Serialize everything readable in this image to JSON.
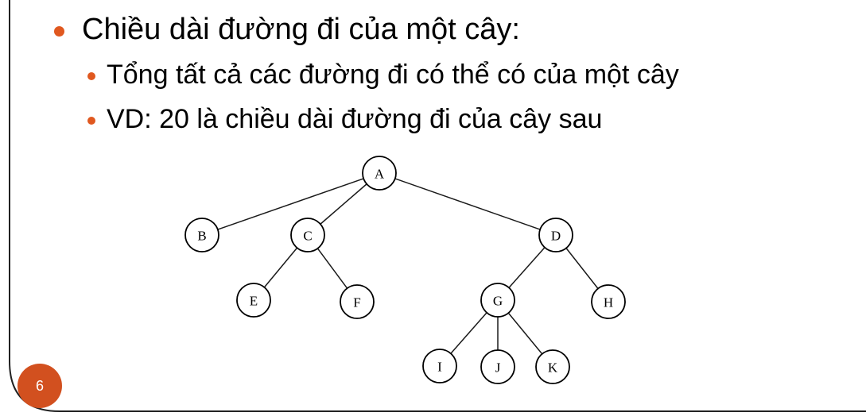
{
  "slide": {
    "bullet_main": "Chiều dài đường đi của một cây:",
    "sub_bullets": [
      "Tổng tất cả các đường đi có thể có của một cây",
      "VD: 20 là chiều dài đường đi của cây sau"
    ],
    "page_number": "6",
    "accent_color": "#e0581f"
  },
  "tree": {
    "nodes": [
      {
        "id": "A",
        "label": "A"
      },
      {
        "id": "B",
        "label": "B"
      },
      {
        "id": "C",
        "label": "C"
      },
      {
        "id": "D",
        "label": "D"
      },
      {
        "id": "E",
        "label": "E"
      },
      {
        "id": "F",
        "label": "F"
      },
      {
        "id": "G",
        "label": "G"
      },
      {
        "id": "H",
        "label": "H"
      },
      {
        "id": "I",
        "label": "I"
      },
      {
        "id": "J",
        "label": "J"
      },
      {
        "id": "K",
        "label": "K"
      }
    ],
    "edges": [
      [
        "A",
        "B"
      ],
      [
        "A",
        "C"
      ],
      [
        "A",
        "D"
      ],
      [
        "C",
        "E"
      ],
      [
        "C",
        "F"
      ],
      [
        "D",
        "G"
      ],
      [
        "D",
        "H"
      ],
      [
        "G",
        "I"
      ],
      [
        "G",
        "J"
      ],
      [
        "G",
        "K"
      ]
    ]
  }
}
